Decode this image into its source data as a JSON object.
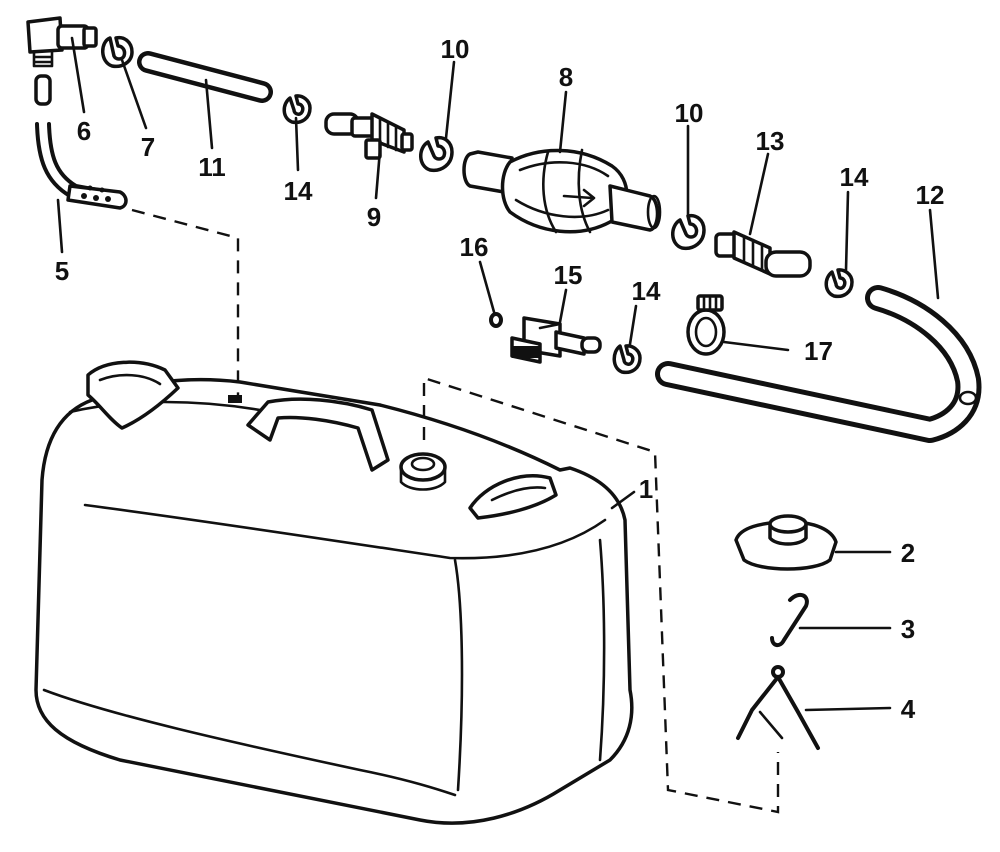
{
  "diagram": {
    "callouts": [
      {
        "id": "1",
        "label": "1"
      },
      {
        "id": "2",
        "label": "2"
      },
      {
        "id": "3",
        "label": "3"
      },
      {
        "id": "4",
        "label": "4"
      },
      {
        "id": "5",
        "label": "5"
      },
      {
        "id": "6",
        "label": "6"
      },
      {
        "id": "7",
        "label": "7"
      },
      {
        "id": "8",
        "label": "8"
      },
      {
        "id": "9",
        "label": "9"
      },
      {
        "id": "10a",
        "label": "10"
      },
      {
        "id": "10b",
        "label": "10"
      },
      {
        "id": "11",
        "label": "11"
      },
      {
        "id": "12",
        "label": "12"
      },
      {
        "id": "13",
        "label": "13"
      },
      {
        "id": "14a",
        "label": "14"
      },
      {
        "id": "14b",
        "label": "14"
      },
      {
        "id": "14c",
        "label": "14"
      },
      {
        "id": "15",
        "label": "15"
      },
      {
        "id": "16",
        "label": "16"
      },
      {
        "id": "17",
        "label": "17"
      }
    ],
    "ink_color": "#111111",
    "paper_color": "#ffffff"
  }
}
